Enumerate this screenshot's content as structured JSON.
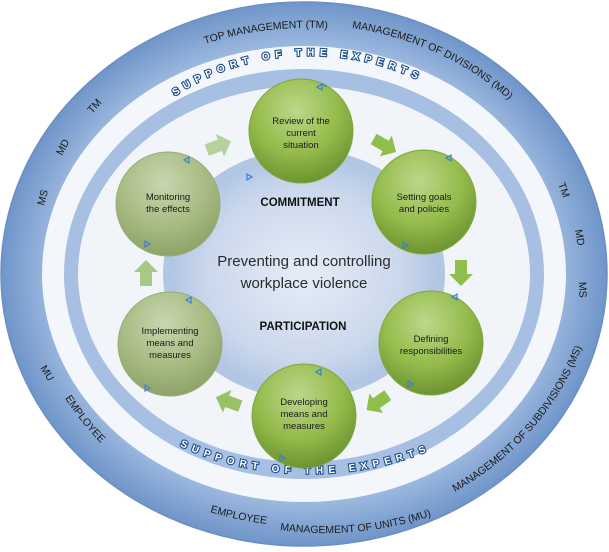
{
  "outer_labels": {
    "top_management": "TOP MANAGEMENT (TM)",
    "management_divisions": "MANAGEMENT OF DIVISIONS (MD)",
    "management_subdivisions": "MANAGEMENT OF SUBDIVISIONS (MS)",
    "management_units": "MANAGEMENT OF UNITS (MU)",
    "employee_bottom": "EMPLOYEE",
    "employee_left": "EMPLOYEE",
    "left_tm": "TM",
    "left_md": "MD",
    "left_ms": "MS",
    "left_mu": "MU",
    "right_tm": "TM",
    "right_md": "MD",
    "right_ms": "MS"
  },
  "support_experts_top": "SUPPORT OF THE EXPERTS",
  "support_experts_bottom": "SUPPORT OF THE EXPERTS",
  "center": {
    "title_line1": "Preventing and controlling",
    "title_line2": "workplace violence",
    "commitment": "COMMITMENT",
    "participation": "PARTICIPATION"
  },
  "cycle_steps": [
    {
      "line1": "Review of the",
      "line2": "current",
      "line3": "situation"
    },
    {
      "line1": "Setting goals",
      "line2": "and policies",
      "line3": ""
    },
    {
      "line1": "Defining",
      "line2": "responsibilities",
      "line3": ""
    },
    {
      "line1": "Developing",
      "line2": "means and",
      "line3": "measures"
    },
    {
      "line1": "Implementing",
      "line2": "means and",
      "line3": "measures"
    },
    {
      "line1": "Monitoring",
      "line2": "the effects",
      "line3": ""
    }
  ],
  "colors": {
    "outer_ring": "#8aacd8",
    "white_ring": "#f4f7fb",
    "inner_ring": "#a9c2e4",
    "center_fill": "#cdd9ec",
    "step_circle": "#8db33f",
    "arrow": "#9bc45a"
  }
}
